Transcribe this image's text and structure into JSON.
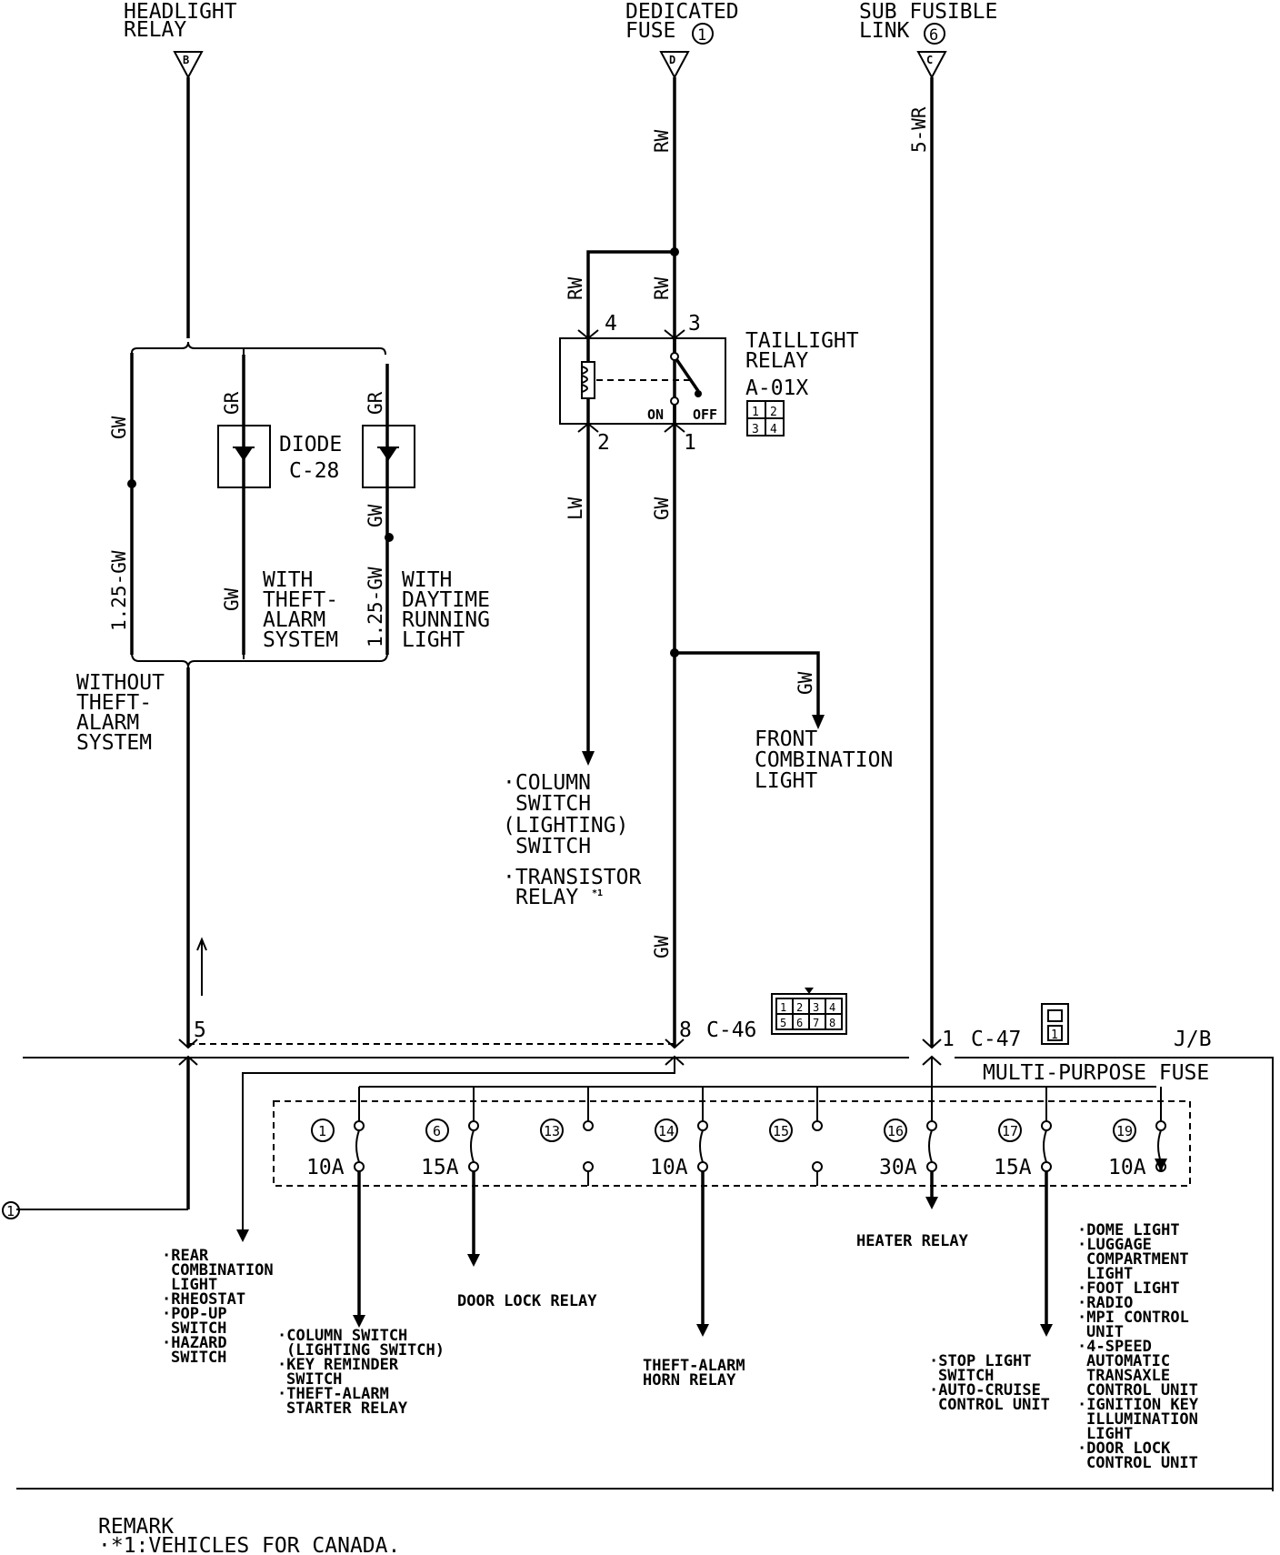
{
  "sources": {
    "headlight_relay": [
      "HEADLIGHT",
      "RELAY"
    ],
    "headlight_conn": "B",
    "dedicated_fuse": [
      "DEDICATED",
      "FUSE"
    ],
    "dedicated_conn": "D",
    "dedicated_num": "1",
    "sub_fusible": [
      "SUB FUSIBLE",
      "LINK"
    ],
    "sub_fusible_conn": "C",
    "sub_fusible_num": "6"
  },
  "wires": {
    "gw": "GW",
    "gr": "GR",
    "gw125": "1.25-GW",
    "rw": "RW",
    "lw": "LW",
    "wr5": "5-WR"
  },
  "diode": {
    "label": "DIODE",
    "conn": "C-28"
  },
  "options": {
    "theft": [
      "WITH",
      "THEFT-",
      "ALARM",
      "SYSTEM"
    ],
    "daytime": [
      "WITH",
      "DAYTIME",
      "RUNNING",
      "LIGHT"
    ],
    "without": [
      "WITHOUT",
      "THEFT-",
      "ALARM",
      "SYSTEM"
    ]
  },
  "relay": {
    "name": [
      "TAILLIGHT",
      "RELAY"
    ],
    "conn": "A-01X",
    "pins": {
      "p1": "1",
      "p2": "2",
      "p3": "3",
      "p4": "4"
    },
    "on": "ON",
    "off": "OFF",
    "grid": [
      "1",
      "2",
      "3",
      "4"
    ]
  },
  "column": [
    "·COLUMN",
    "SWITCH",
    "(LIGHTING)",
    "SWITCH",
    "·TRANSISTOR",
    "RELAY"
  ],
  "column_note": "*1",
  "front_combo": [
    "FRONT",
    "COMBINATION",
    "LIGHT"
  ],
  "connectors": {
    "c46": "C-46",
    "c46_pin": "8",
    "c46_grid": [
      "1",
      "2",
      "3",
      "4",
      "5",
      "6",
      "7",
      "8"
    ],
    "pin5": "5",
    "c47": "C-47",
    "c47_pin": "1",
    "c47_grid": [
      "1"
    ],
    "jb": "J/B"
  },
  "fuse_box": {
    "title": "MULTI-PURPOSE FUSE",
    "fuses": [
      {
        "num": "1",
        "amp": "10A"
      },
      {
        "num": "6",
        "amp": "15A"
      },
      {
        "num": "13",
        "amp": ""
      },
      {
        "num": "14",
        "amp": "10A"
      },
      {
        "num": "15",
        "amp": ""
      },
      {
        "num": "16",
        "amp": "30A"
      },
      {
        "num": "17",
        "amp": "15A"
      },
      {
        "num": "19",
        "amp": "10A"
      }
    ]
  },
  "circle_ref": "1",
  "loads": {
    "rear": [
      "·REAR",
      "COMBINATION",
      "LIGHT",
      "·RHEOSTAT",
      "·POP-UP",
      "SWITCH",
      "·HAZARD",
      "SWITCH"
    ],
    "col": [
      "·COLUMN SWITCH",
      "(LIGHTING SWITCH)",
      "·KEY REMINDER",
      "SWITCH",
      "·THEFT-ALARM",
      "STARTER RELAY"
    ],
    "door_lock": "DOOR LOCK RELAY",
    "theft_horn": [
      "THEFT-ALARM",
      "HORN RELAY"
    ],
    "heater": "HEATER RELAY",
    "stop": [
      "·STOP LIGHT",
      "SWITCH",
      "·AUTO-CRUISE",
      "CONTROL UNIT"
    ],
    "dome": [
      "·DOME LIGHT",
      "·LUGGAGE",
      "COMPARTMENT",
      "LIGHT",
      "·FOOT LIGHT",
      "·RADIO",
      "·MPI CONTROL",
      "UNIT",
      "·4-SPEED",
      "AUTOMATIC",
      "TRANSAXLE",
      "CONTROL UNIT",
      "·IGNITION KEY",
      "ILLUMINATION",
      "LIGHT",
      "·DOOR LOCK",
      "CONTROL UNIT"
    ]
  },
  "remark": {
    "title": "REMARK",
    "line": "·*1:VEHICLES FOR CANADA."
  }
}
